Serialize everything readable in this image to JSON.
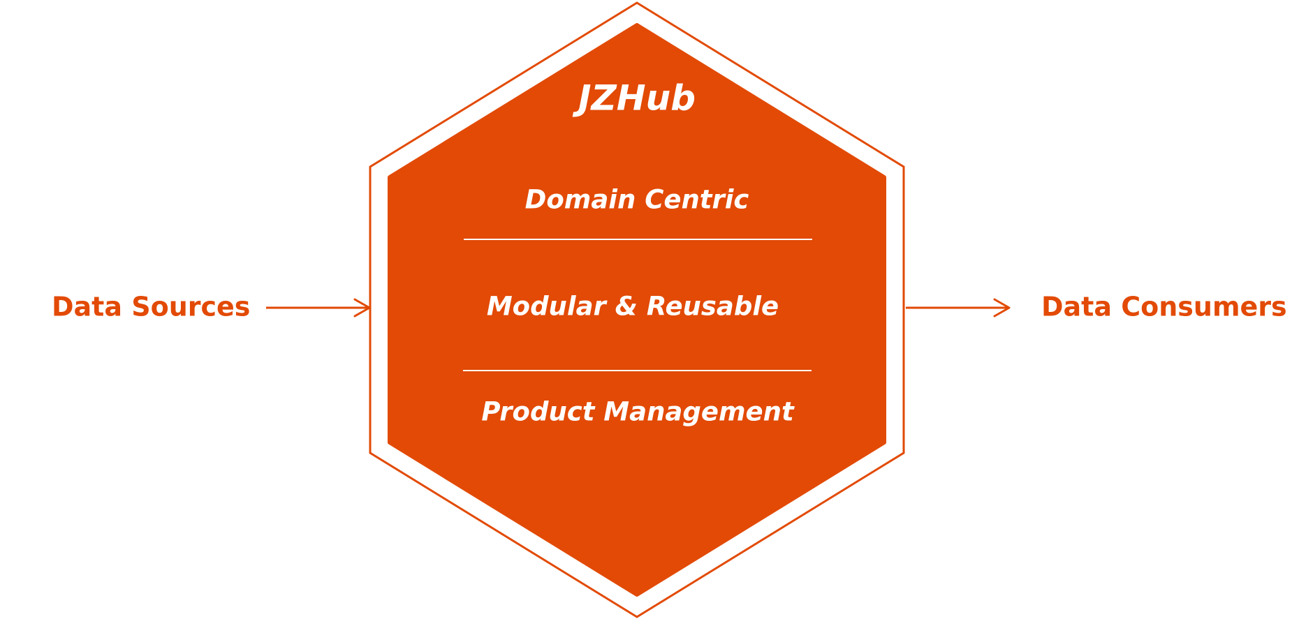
{
  "diagram": {
    "hub_title": "JZHub",
    "hub_items": [
      "Domain Centric",
      "Modular & Reusable",
      "Product Management"
    ],
    "left_label": "Data Sources",
    "right_label": "Data Consumers",
    "colors": {
      "accent": "#E24A05",
      "text_on_accent": "#FFFFFF",
      "background": "#FFFFFF"
    }
  }
}
